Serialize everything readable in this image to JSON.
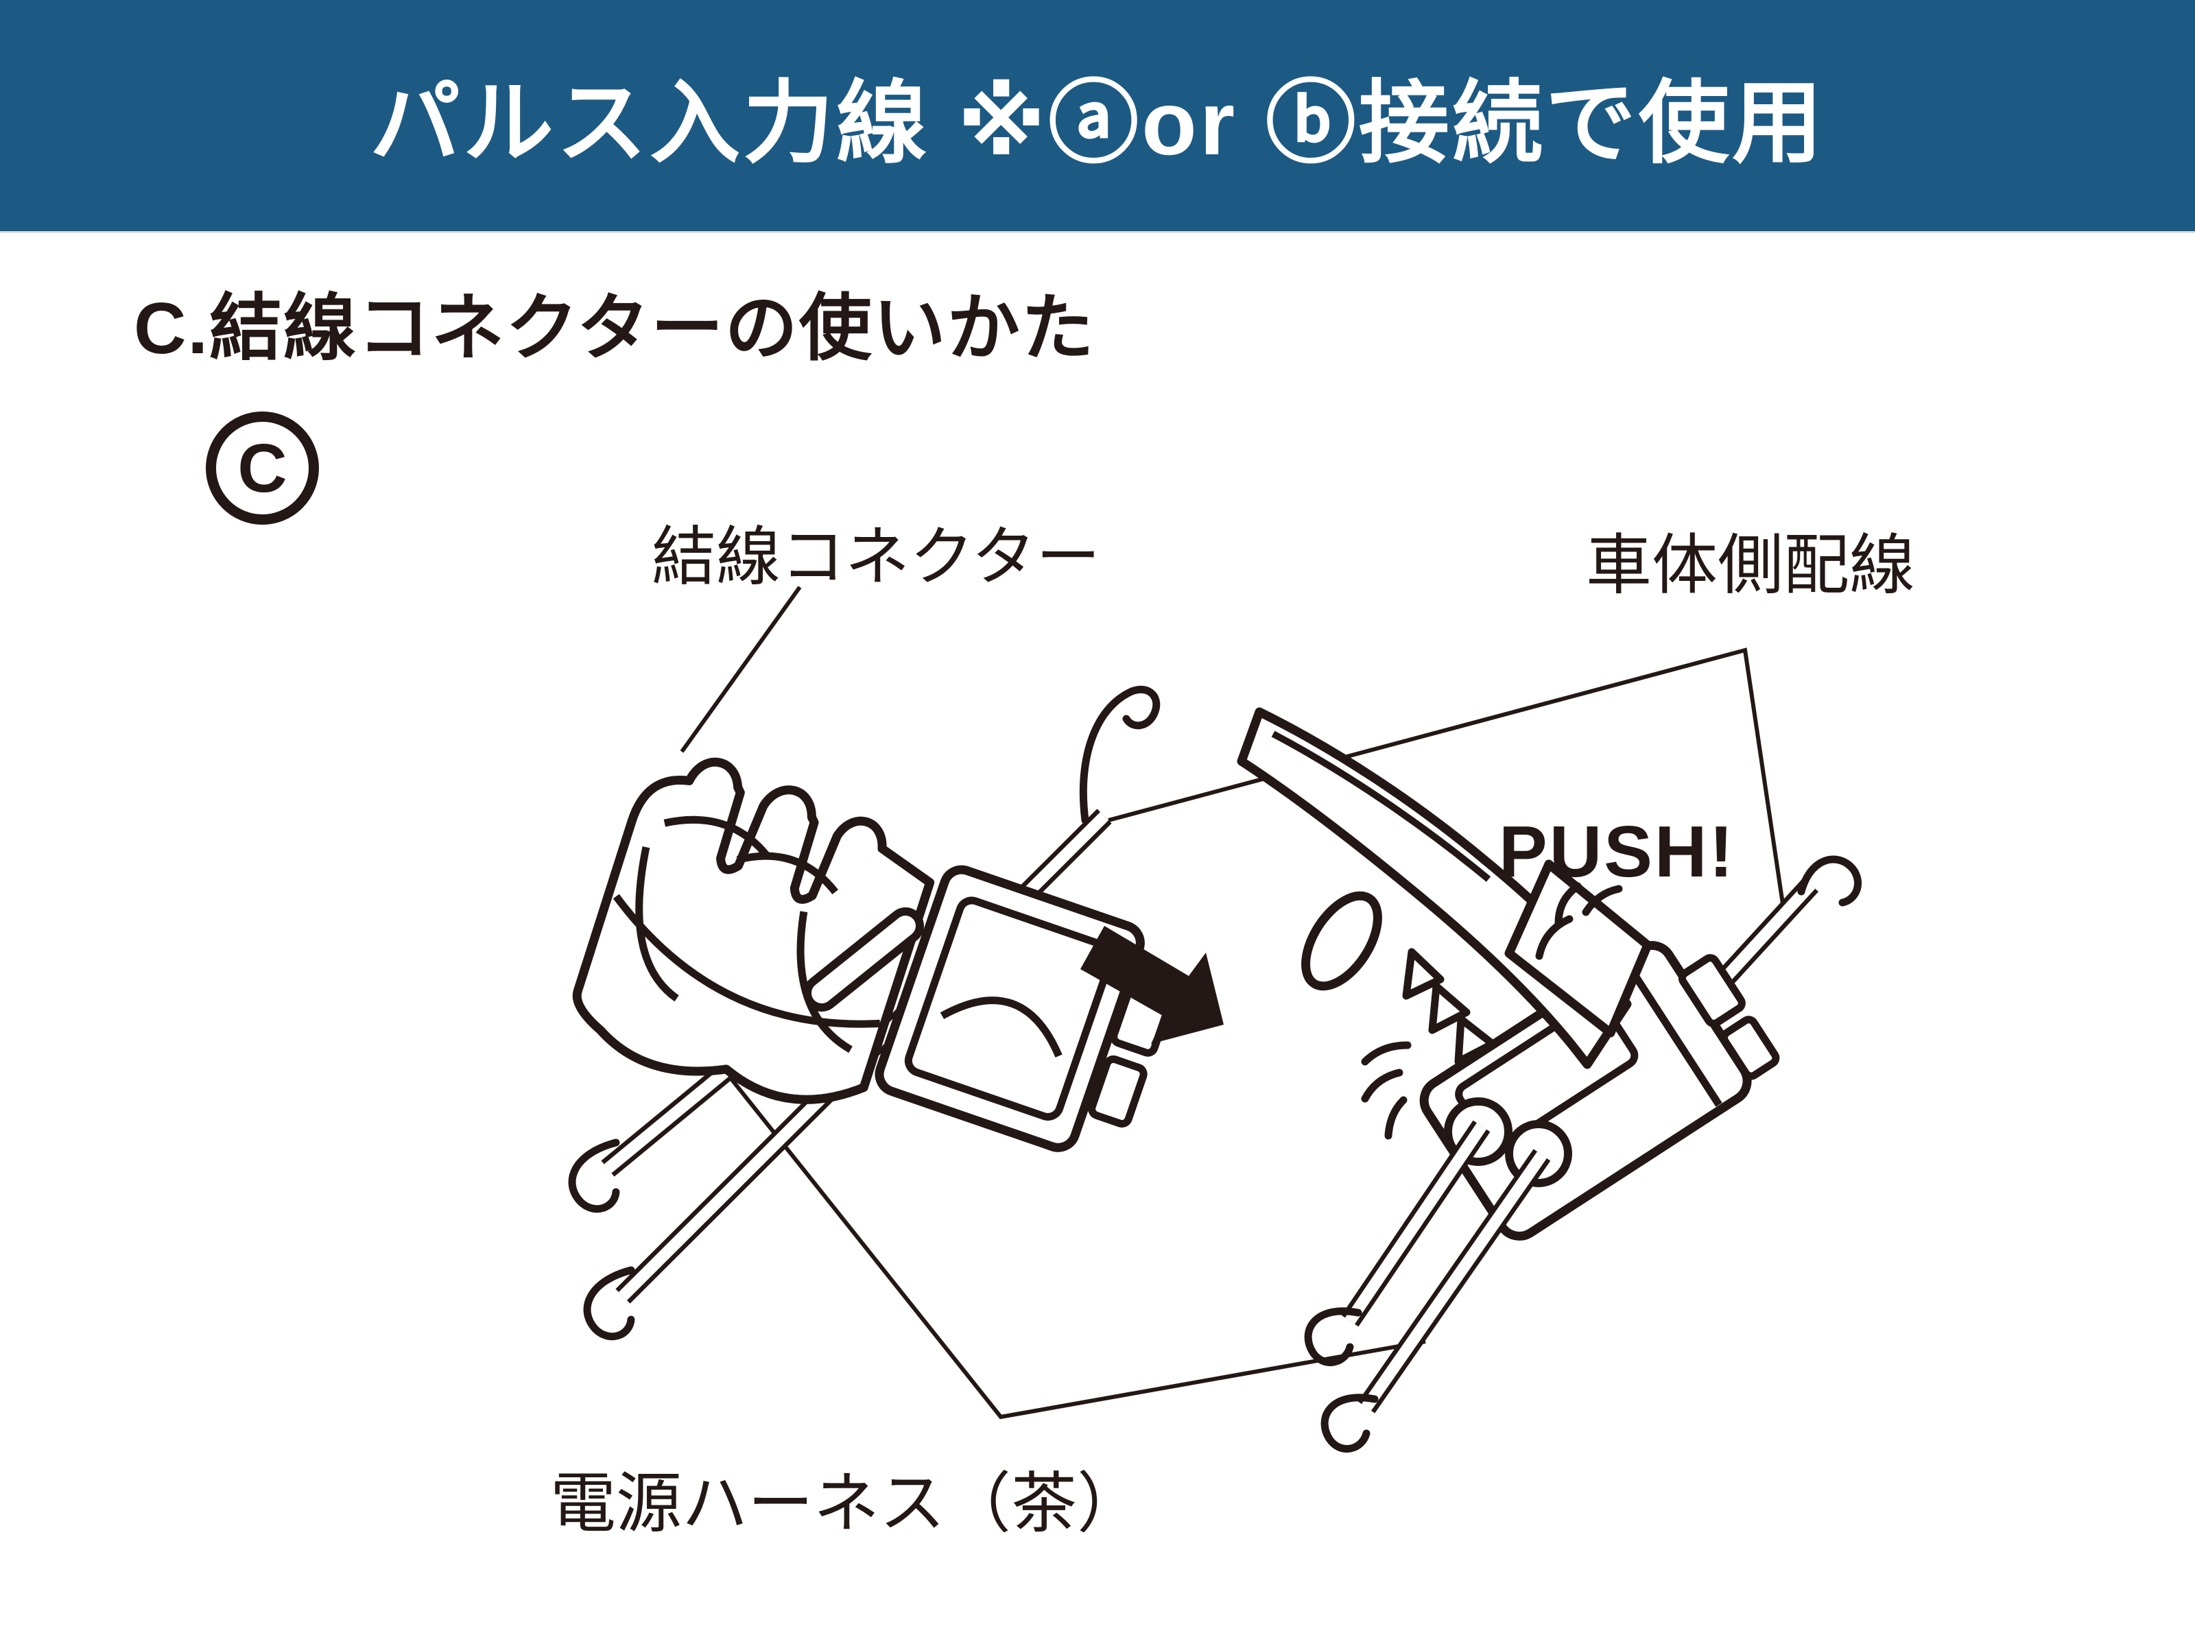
{
  "page": {
    "background": "#ffffff",
    "ink_color": "#231815",
    "accent_blue": "#1c5a84"
  },
  "header": {
    "title": "パルス入力線 ※ⓐor ⓑ接続で使用"
  },
  "section": {
    "heading": "C.結線コネクターの使いかた",
    "step_mark": "C"
  },
  "diagram": {
    "labels": {
      "connector": "結線コネクター",
      "vehicle_wire": "車体側配線",
      "power_harness": "電源ハーネス（茶）",
      "push": "PUSH!"
    }
  }
}
